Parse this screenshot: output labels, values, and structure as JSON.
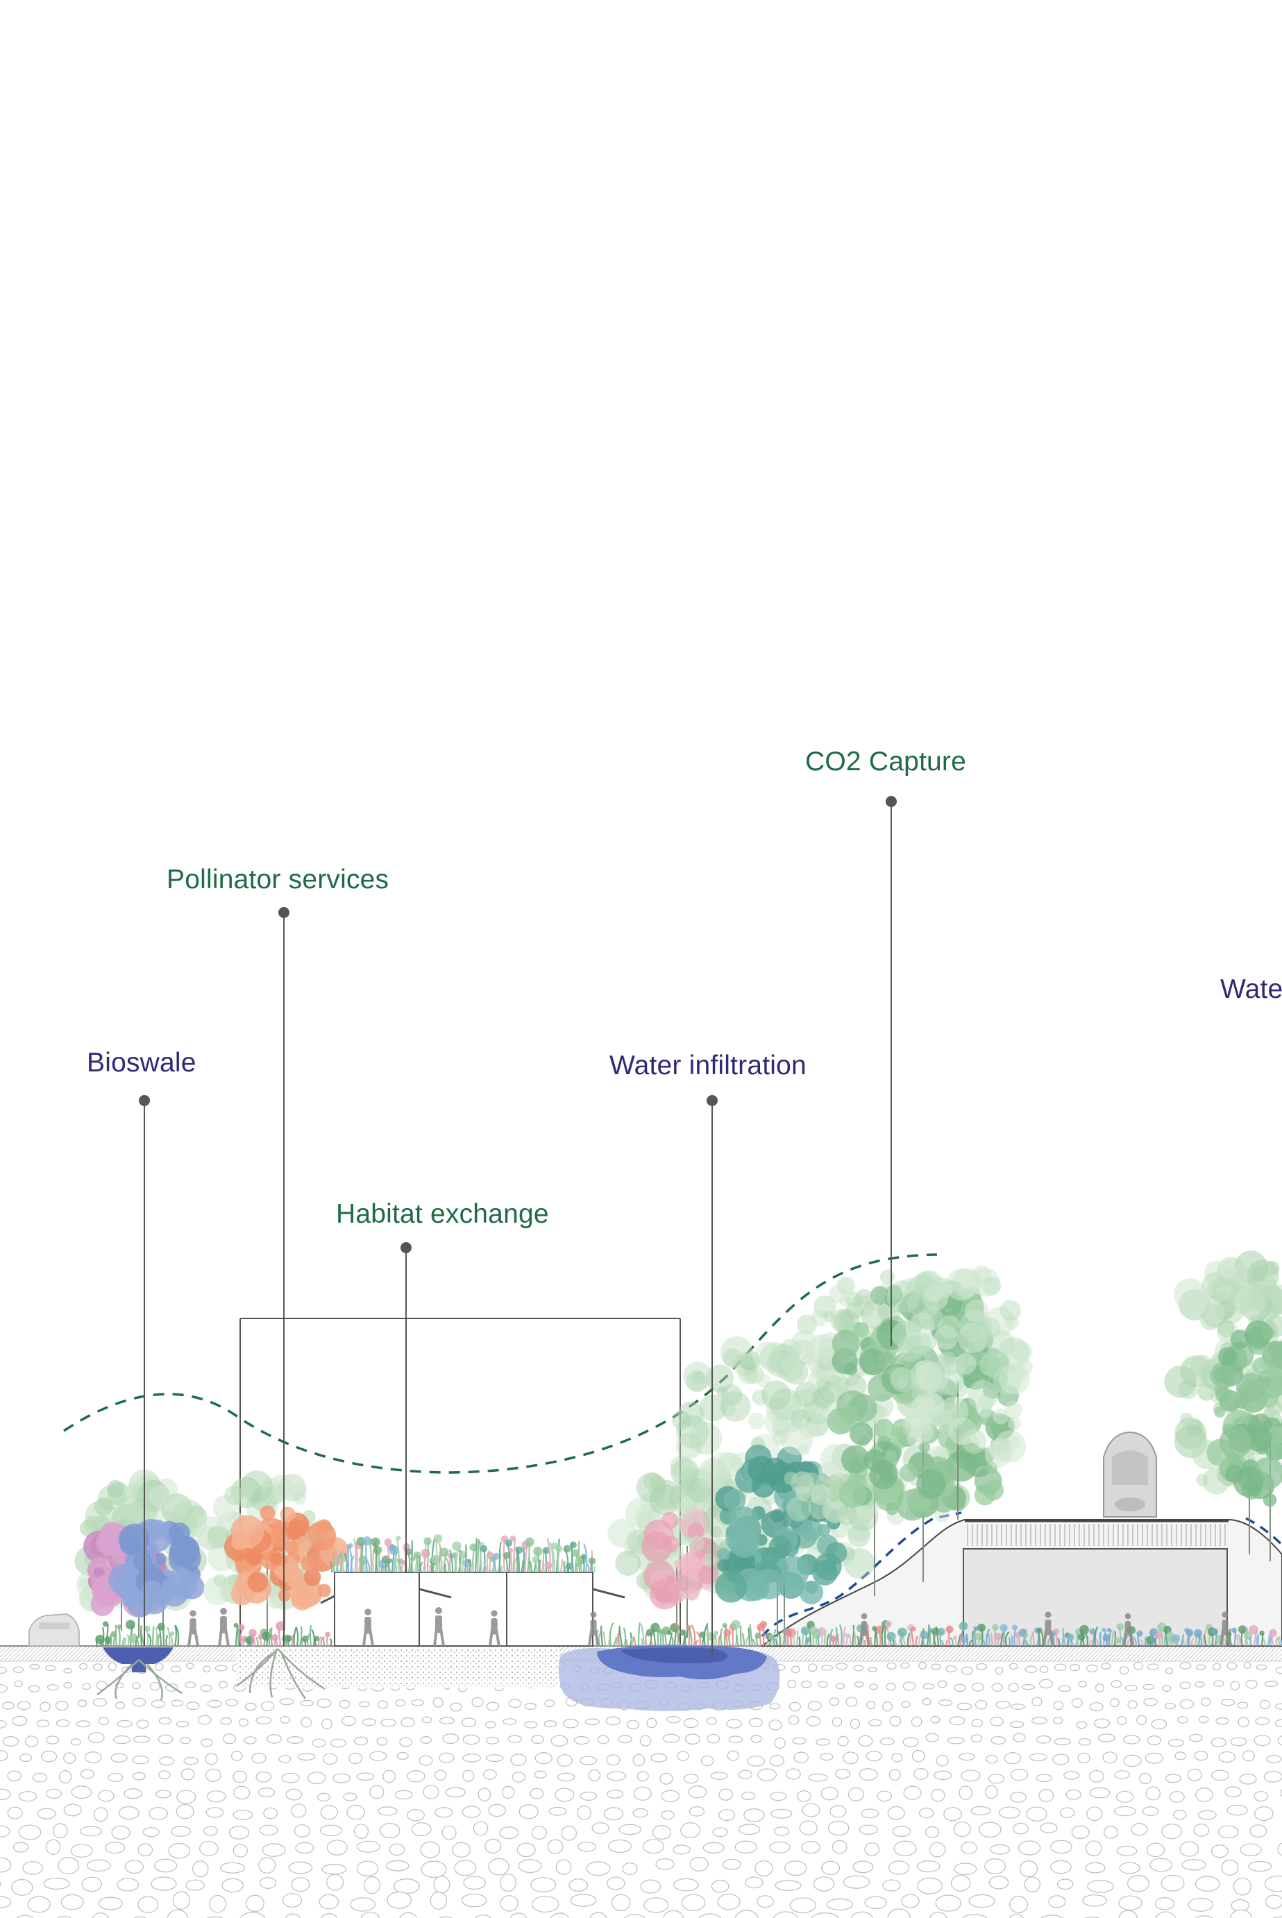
{
  "colors": {
    "background": "#ffffff",
    "label_blue": "#2f2a78",
    "label_green": "#1f6b45",
    "leader_line": "#555555",
    "leader_dot": "#555555",
    "dashed_green": "#1f6b45",
    "dashed_blue": "#234a9a",
    "water_dark": "#5a6fc4",
    "water_light": "#a9b5e2",
    "foliage_light": "#bcdcbc",
    "foliage_mid": "#8fc398",
    "foliage_teal": "#5ea99a",
    "foliage_pink": "#d9a2cf",
    "foliage_orange": "#f29a74",
    "foliage_blue": "#8fa7d9",
    "stone_outline": "#bdbdbd",
    "structure_fill": "#e8e8e8",
    "structure_line": "#555555"
  },
  "labels": {
    "bioswale": "Bioswale",
    "pollinator": "Pollinator services",
    "habitat": "Habitat exchange",
    "infiltration": "Water infiltration",
    "co2": "CO2 Capture",
    "water_cut": "Wate"
  }
}
